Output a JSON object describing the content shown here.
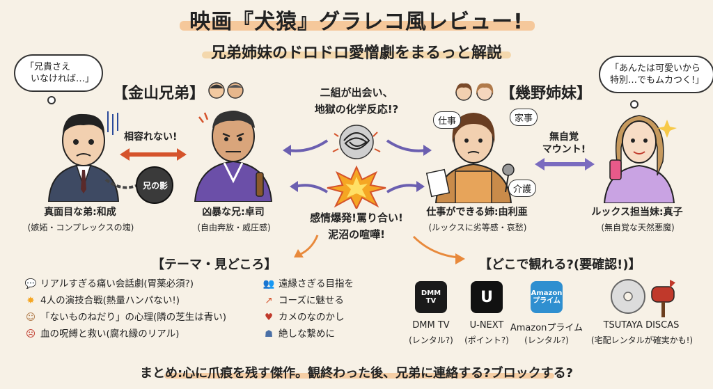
{
  "header": {
    "title": "映画『犬猿』グラレコ風レビュー!",
    "subtitle": "兄弟姉妹のドロドロ愛憎劇をまるっと解説"
  },
  "left_bubble": {
    "line1": "「兄貴さえ",
    "line2": "いなければ…」"
  },
  "right_bubble": {
    "line1": "「あんたは可愛いから",
    "line2": "特別…でもムカつく!」"
  },
  "kaneyama": {
    "heading": "【金山兄弟】",
    "conflict_label": "相容れない!",
    "weight_label": "兄の影",
    "younger": {
      "name": "真面目な弟:和成",
      "desc": "(嫉妬・コンプレックスの塊)"
    },
    "elder": {
      "name": "凶暴な兄:卓司",
      "desc": "(自由奔放・威圧感)"
    }
  },
  "ikuno": {
    "heading": "【幾野姉妹】",
    "conflict_label_1": "無自覚",
    "conflict_label_2": "マウント!",
    "elder": {
      "name": "仕事ができる姉:由利亜",
      "desc": "(ルックスに劣等感・哀愁)",
      "tags": [
        "仕事",
        "家事",
        "介護"
      ]
    },
    "younger": {
      "name": "ルックス担当妹:真子",
      "desc": "(無自覚な天然悪魔)"
    }
  },
  "center": {
    "top_line1": "二組が出会い、",
    "top_line2": "地獄の化学反応!?",
    "bottom_line1": "感情爆発!罵り合い!",
    "bottom_line2": "泥沼の喧嘩!"
  },
  "theme": {
    "heading": "【テーマ・見どころ】",
    "left_items": [
      {
        "icon": "speech-icon",
        "text": "リアルすぎる痛い会話劇(胃薬必須?)"
      },
      {
        "icon": "explosion-icon",
        "text": "4人の演技合戦(熱量ハンパない!)"
      },
      {
        "icon": "face-icon",
        "text": "「ないものねだり」の心理(隣の芝生は青い)"
      },
      {
        "icon": "angry-face-icon",
        "text": "血の呪縛と救い(腐れ縁のリアル)"
      }
    ],
    "right_items": [
      {
        "icon": "people-icon",
        "text": "遠縁さぎる目指を"
      },
      {
        "icon": "chart-icon",
        "text": "コーズに魅せる"
      },
      {
        "icon": "broken-heart-icon",
        "text": "カメのなのかし"
      },
      {
        "icon": "group-icon",
        "text": "絶しな繋めに"
      }
    ]
  },
  "where": {
    "heading": "【どこで観れる?(要確認!)】",
    "services": [
      {
        "logo": "DMM TV",
        "name": "DMM TV",
        "note": "(レンタル?)",
        "color": "#1a1a1a"
      },
      {
        "logo": "U",
        "name": "U-NEXT",
        "note": "(ポイント?)",
        "color": "#111111"
      },
      {
        "logo": "Amazon プライム",
        "name": "Amazonプライム",
        "note": "(レンタル?)",
        "color": "#2f8fd0"
      },
      {
        "logo": "",
        "name": "TSUTAYA DISCAS",
        "note": "(宅配レンタルが確実かも!)",
        "color": "#c0392b"
      }
    ]
  },
  "footer": {
    "summary": "まとめ:心に爪痕を残す傑作。観終わった後、兄弟に連絡する?ブロックする?"
  }
}
